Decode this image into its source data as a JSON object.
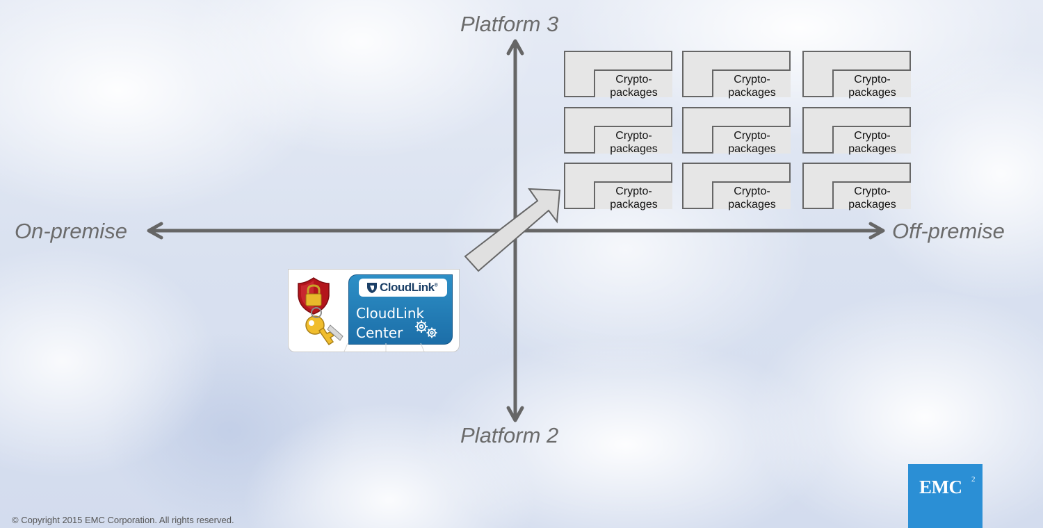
{
  "axes": {
    "top": "Platform 3",
    "bottom": "Platform 2",
    "left": "On-premise",
    "right": "Off-premise"
  },
  "packages": [
    {
      "label": "Crypto-packages",
      "line1": "Crypto-",
      "line2": "packages"
    },
    {
      "label": "Crypto-packages",
      "line1": "Crypto-",
      "line2": "packages"
    },
    {
      "label": "Crypto-packages",
      "line1": "Crypto-",
      "line2": "packages"
    },
    {
      "label": "Crypto-packages",
      "line1": "Crypto-",
      "line2": "packages"
    },
    {
      "label": "Crypto-packages",
      "line1": "Crypto-",
      "line2": "packages"
    },
    {
      "label": "Crypto-packages",
      "line1": "Crypto-",
      "line2": "packages"
    },
    {
      "label": "Crypto-packages",
      "line1": "Crypto-",
      "line2": "packages"
    },
    {
      "label": "Crypto-packages",
      "line1": "Crypto-",
      "line2": "packages"
    },
    {
      "label": "Crypto-packages",
      "line1": "Crypto-",
      "line2": "packages"
    }
  ],
  "cloudlink": {
    "logo_text": "CloudLink",
    "logo_mark": "®",
    "title_line1": "CloudLink",
    "title_line2": "Center",
    "icons": [
      "shield-lock-icon",
      "key-icon",
      "gears-icon"
    ],
    "panel_color": "#1f77b4"
  },
  "footer": {
    "copyright": "© Copyright 2015 EMC Corporation. All rights reserved."
  },
  "brand": {
    "name": "EMC",
    "superscript": "2",
    "color": "#2b8fd5"
  },
  "colors": {
    "axis": "#666666",
    "package_fill": "#e6e6e6",
    "package_border": "#666666",
    "arrow_fill": "#e0e0e0"
  }
}
